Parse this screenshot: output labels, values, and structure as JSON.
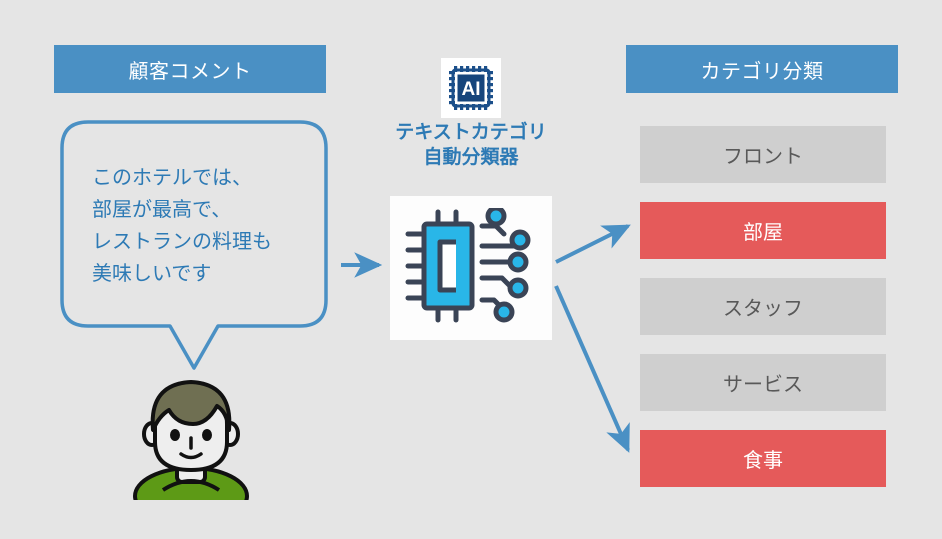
{
  "background_color": "#e5e5e5",
  "colors": {
    "accent_blue": "#4a90c4",
    "text_blue": "#2d7ab5",
    "category_neutral": "#cfcfcf",
    "category_active": "#e55a5a",
    "neutral_text": "#595959",
    "shirt_green": "#5d9a16",
    "hair_olive": "#6f6f52"
  },
  "left_panel": {
    "header": "顧客コメント",
    "comment": "このホテルでは、\n部屋が最高で、\nレストランの料理も\n美味しいです",
    "speaker_icon": "person-avatar-icon"
  },
  "center_panel": {
    "ai_badge_icon": "ai-chip-icon",
    "ai_badge_text": "AI",
    "label": "テキストカテゴリ\n自動分類器",
    "processor_icon": "circuit-chip-icon"
  },
  "right_panel": {
    "header": "カテゴリ分類",
    "categories": [
      {
        "label": "フロント",
        "state": "neutral"
      },
      {
        "label": "部屋",
        "state": "active"
      },
      {
        "label": "スタッフ",
        "state": "neutral"
      },
      {
        "label": "サービス",
        "state": "neutral"
      },
      {
        "label": "食事",
        "state": "active"
      }
    ]
  },
  "connectors": [
    {
      "name": "comment-to-classifier-arrow",
      "icon": "arrow-right-icon"
    },
    {
      "name": "classifier-to-room-arrow",
      "icon": "arrow-diagonal-up-icon"
    },
    {
      "name": "classifier-to-meal-arrow",
      "icon": "arrow-diagonal-down-icon"
    }
  ]
}
